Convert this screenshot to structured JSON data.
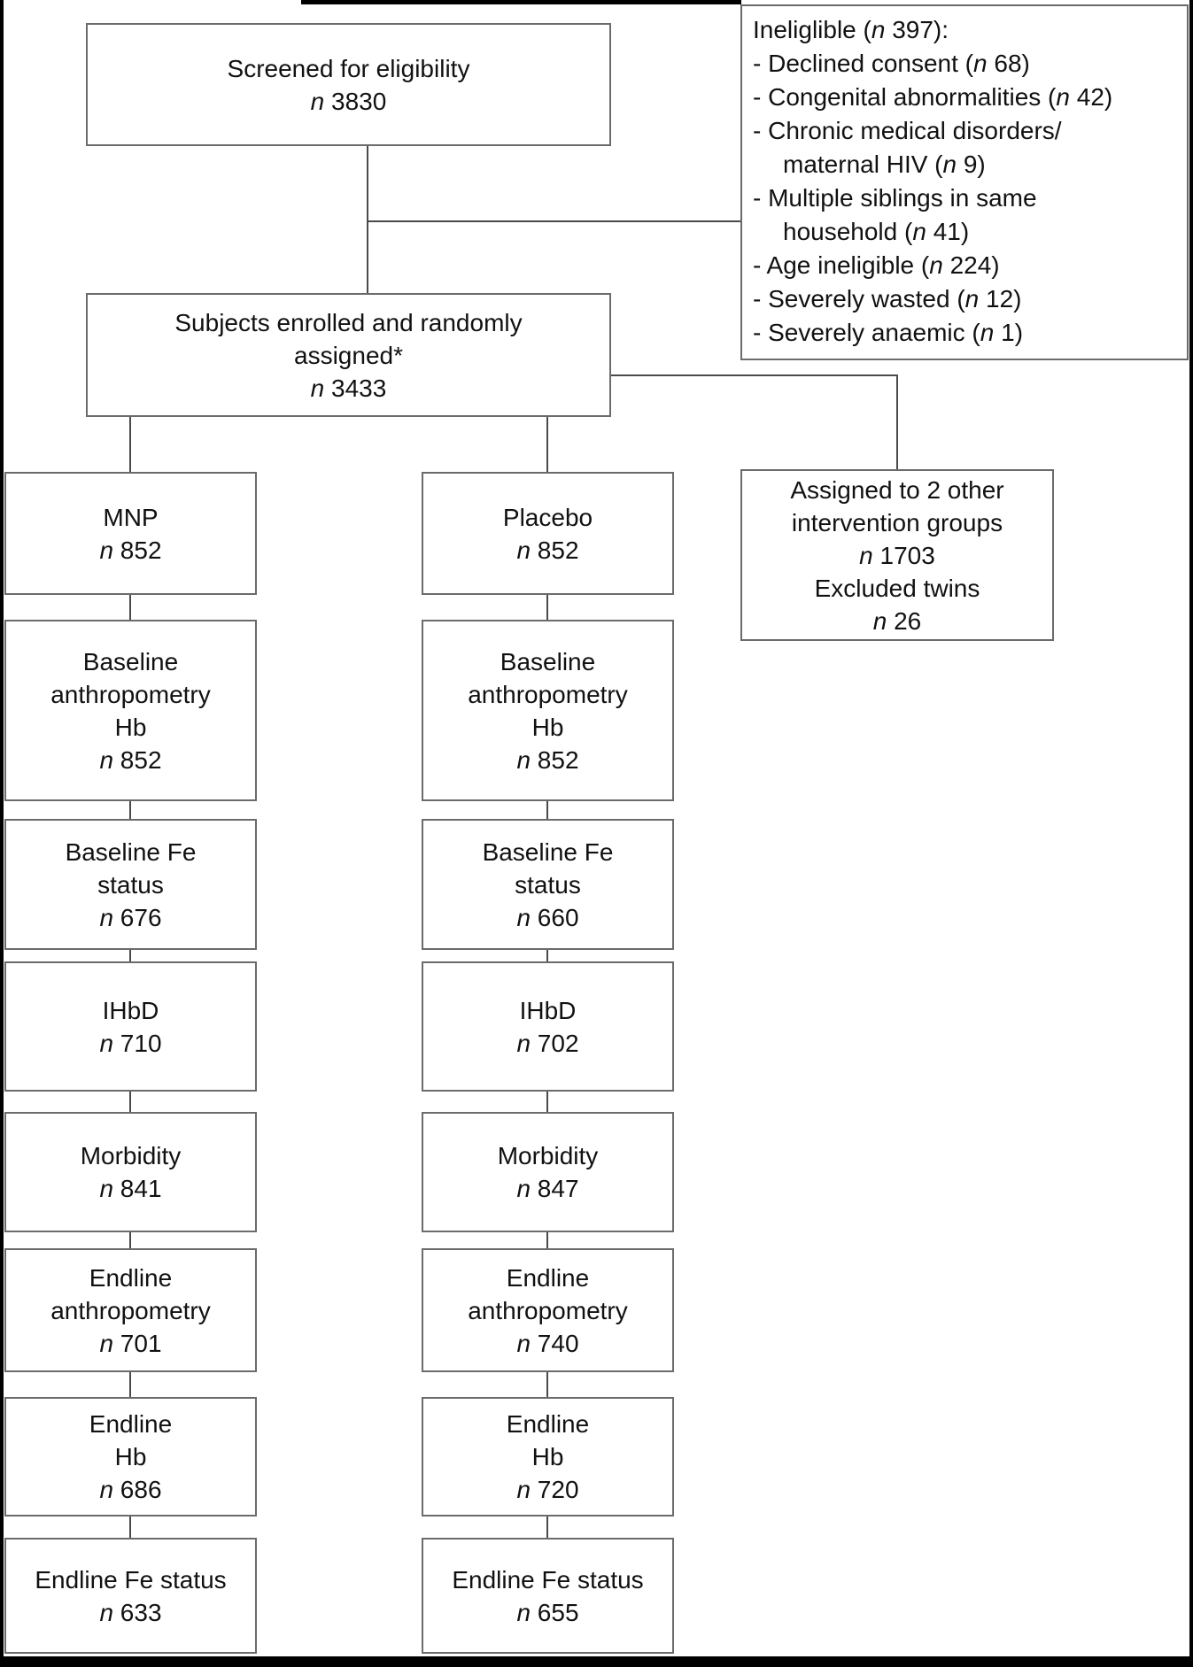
{
  "figure": {
    "n_symbol": "n",
    "colors": {
      "background": "#ffffff",
      "box_border": "#6a6b6d",
      "connector_line": "#4a4a4c",
      "text": "#111111"
    },
    "boxes": {
      "screened": {
        "line1": "Screened for eligibility",
        "count": " 3830"
      },
      "ineligible": {
        "lines": [
          {
            "pre": "Ineliglible (",
            "n": "n",
            "post": " 397):"
          },
          {
            "pre": "- Declined consent (",
            "n": "n",
            "post": " 68)"
          },
          {
            "pre": "- Congenital abnormalities (",
            "n": "n",
            "post": " 42)"
          },
          {
            "pre": "- Chronic medical disorders/"
          },
          {
            "pre": "maternal HIV (",
            "n": "n",
            "post": " 9)"
          },
          {
            "pre": "- Multiple siblings in same"
          },
          {
            "pre": "household (",
            "n": "n",
            "post": " 41)"
          },
          {
            "pre": "- Age ineligible (",
            "n": "n",
            "post": " 224)"
          },
          {
            "pre": "- Severely wasted (",
            "n": "n",
            "post": " 12)"
          },
          {
            "pre": "- Severely anaemic (",
            "n": "n",
            "post": " 1)"
          }
        ]
      },
      "enrolled": {
        "line1": "Subjects enrolled and randomly",
        "line2": "assigned*",
        "count": " 3433"
      },
      "mnp": {
        "line1": "MNP",
        "count": " 852"
      },
      "placebo": {
        "line1": "Placebo",
        "count": " 852"
      },
      "other_groups": {
        "line1": "Assigned to 2 other",
        "line2": "intervention groups",
        "count1": " 1703",
        "line3": "Excluded twins",
        "count2": " 26"
      },
      "baseline_anthro_mnp": {
        "line1": "Baseline",
        "line2": "anthropometry",
        "line3": "Hb",
        "count": " 852"
      },
      "baseline_anthro_placebo": {
        "line1": "Baseline",
        "line2": "anthropometry",
        "line3": "Hb",
        "count": " 852"
      },
      "baseline_fe_mnp": {
        "line1": "Baseline Fe",
        "line2": "status",
        "count": " 676"
      },
      "baseline_fe_placebo": {
        "line1": "Baseline Fe",
        "line2": "status",
        "count": " 660"
      },
      "ihbd_mnp": {
        "line1": "IHbD",
        "count": " 710"
      },
      "ihbd_placebo": {
        "line1": "IHbD",
        "count": " 702"
      },
      "morbidity_mnp": {
        "line1": "Morbidity",
        "count": " 841"
      },
      "morbidity_placebo": {
        "line1": "Morbidity",
        "count": " 847"
      },
      "endline_anthro_mnp": {
        "line1": "Endline",
        "line2": "anthropometry",
        "count": " 701"
      },
      "endline_anthro_placebo": {
        "line1": "Endline",
        "line2": "anthropometry",
        "count": " 740"
      },
      "endline_hb_mnp": {
        "line1": "Endline",
        "line2": "Hb",
        "count": " 686"
      },
      "endline_hb_placebo": {
        "line1": "Endline",
        "line2": "Hb",
        "count": " 720"
      },
      "endline_fe_mnp": {
        "line1": "Endline Fe status",
        "count": " 633"
      },
      "endline_fe_placebo": {
        "line1": "Endline Fe status",
        "count": " 655"
      }
    }
  }
}
